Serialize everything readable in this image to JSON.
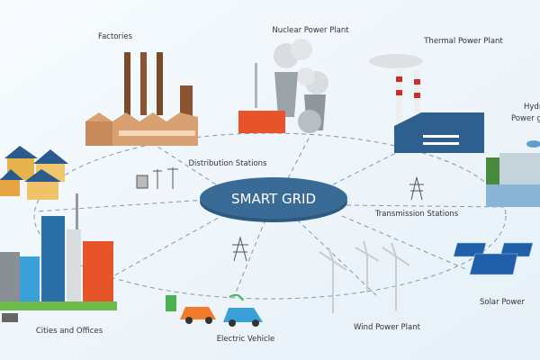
{
  "title": "SMART GRID",
  "labels": {
    "factories": "Factories",
    "nuclear": "Nuclear Power Plant",
    "thermal": "Thermal Power Plant",
    "hydro_line1": "Hydr",
    "hydro_line2": "Power g",
    "distribution": "Distribution Stations",
    "transmission": "Transmission Stations",
    "solar": "Solar Power",
    "wind": "Wind Power Plant",
    "ev": "Electric Vehicle",
    "cities": "Cities and Offices"
  },
  "colors": {
    "hub": "#3a6b97",
    "background": "#eef5fb",
    "dash": "#7f98b0"
  }
}
